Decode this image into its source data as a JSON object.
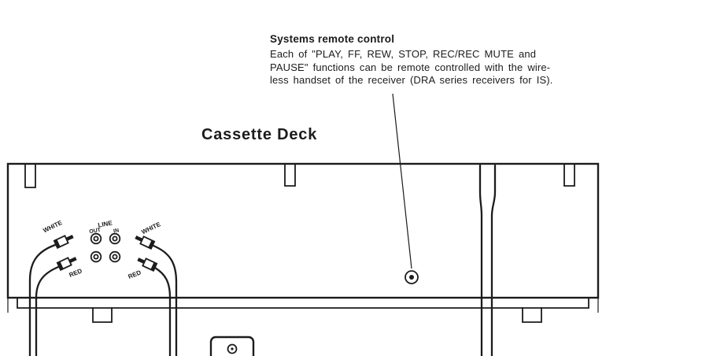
{
  "note": {
    "heading": "Systems remote control",
    "lines": [
      "Each of \"PLAY, FF, REW, STOP, REC/REC MUTE and",
      "PAUSE\" functions can be remote controlled with the wire-",
      "less handset of the receiver (DRA series receivers for IS)."
    ]
  },
  "deck": {
    "title": "Cassette Deck",
    "labels": {
      "line": "LINE",
      "out": "OUT",
      "in": "IN",
      "white_left": "WHITE",
      "red_left": "RED",
      "white_right": "WHITE",
      "red_right": "RED"
    }
  },
  "colors": {
    "ink": "#1c1c1c",
    "paper": "#ffffff"
  }
}
